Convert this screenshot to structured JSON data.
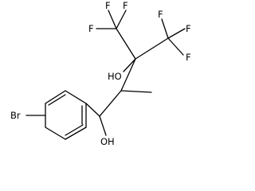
{
  "structure": {
    "atom_labels": {
      "f1": "F",
      "f2": "F",
      "f3": "F",
      "f4": "F",
      "f5": "F",
      "f6": "F",
      "oh_tertiary": "HO",
      "oh_benzylic": "OH",
      "bromine": "Br"
    }
  }
}
